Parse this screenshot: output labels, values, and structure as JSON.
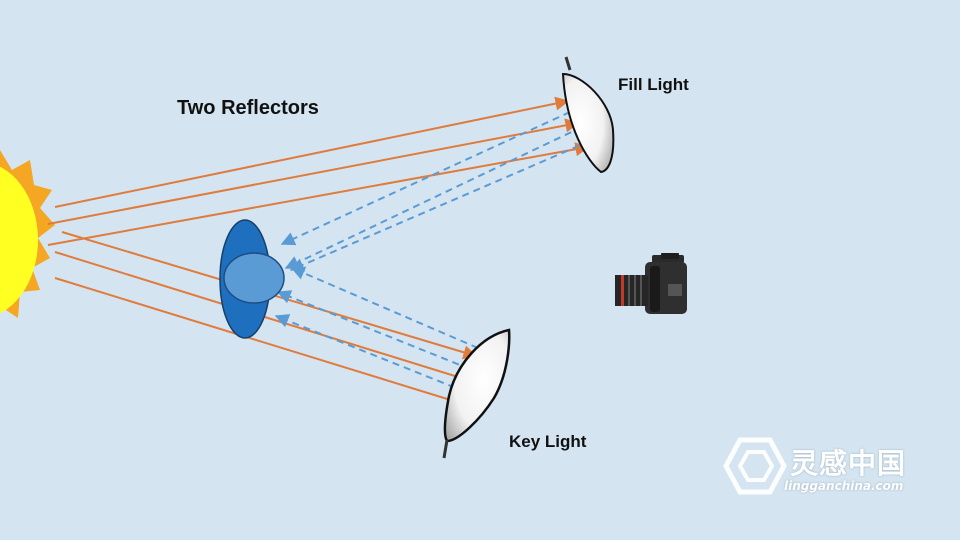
{
  "title": "Two Reflectors",
  "labels": {
    "fill_light": "Fill Light",
    "key_light": "Key Light"
  },
  "icons": {
    "sun": "sun-icon",
    "subject": "subject-icon",
    "camera": "camera-icon",
    "fill_reflector": "reflector-icon",
    "key_reflector": "reflector-icon"
  },
  "colors": {
    "background": "#d4e5f1",
    "sun_core": "#ffff22",
    "sun_rays": "#f5a623",
    "incident_rays": "#e07b3c",
    "reflected_rays": "#5b9bd5",
    "subject_dark": "#1f6fbf",
    "subject_light": "#5b9bd5"
  },
  "watermark": {
    "name": "灵感中国",
    "url": "lingganchina.com"
  }
}
